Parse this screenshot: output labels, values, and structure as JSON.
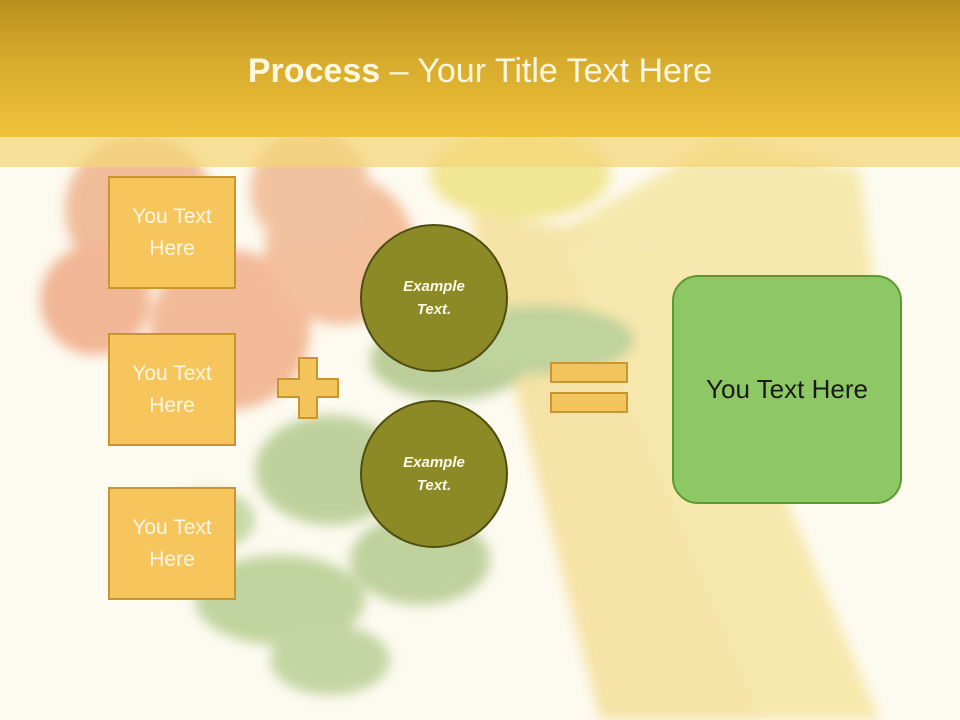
{
  "title": {
    "bold": "Process",
    "rest": " – Your Title Text Here"
  },
  "text_boxes": [
    {
      "line1": "You Text",
      "line2": "Here"
    },
    {
      "line1": "You Text",
      "line2": "Here"
    },
    {
      "line1": "You Text",
      "line2": "Here"
    }
  ],
  "circles": [
    {
      "line1": "Example",
      "line2": "Text."
    },
    {
      "line1": "Example",
      "line2": "Text."
    }
  ],
  "result": {
    "text": "You Text Here"
  },
  "icons": {
    "plus": "plus-icon",
    "equals": "equals-icon"
  },
  "colors": {
    "header": "#d7ab2c",
    "box_fill": "#f6c65c",
    "circle_fill": "#8b8a27",
    "result_fill": "#8dc865"
  }
}
